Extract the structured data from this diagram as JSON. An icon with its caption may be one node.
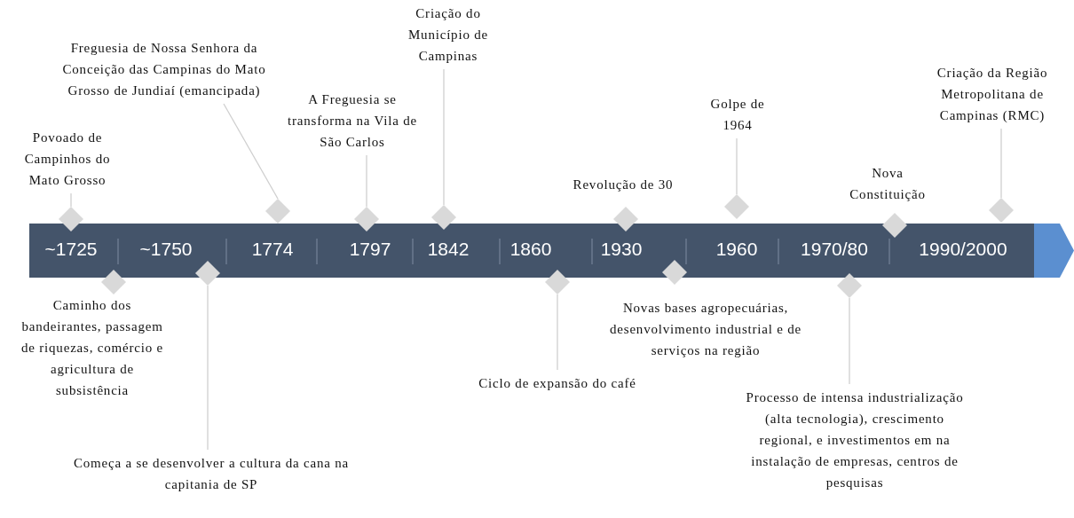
{
  "diagram": {
    "nodes": [
      {
        "text": [
          "~1725",
          "~1750",
          "1774",
          "1797",
          "1842",
          "1860",
          "1930",
          "1960",
          "1970/80",
          "1990/2000"
        ]
      },
      {
        "text": [
          "Povoado de Campinhos do Mato Grosso"
        ]
      },
      {
        "text": [],
        "shape": "diamond"
      },
      {
        "text": [],
        "shape": "diamond",
        "beside": [
          "Caminho dos bandeirantes, passagem de riquezas, comércio e agricultura de subsistência"
        ]
      },
      {
        "text": [],
        "shape": "diamond"
      },
      {
        "text": [
          "Começa a se desenvolver a cultura da cana na capitania de SP"
        ]
      },
      {
        "text": [
          "Freguesia de Nossa Senhora da Conceição das Campinas do Mato Grosso de Jundiaí (emancipada)"
        ]
      },
      {
        "text": [],
        "shape": "diamond"
      },
      {
        "text": [
          "A Freguesia se transforma na Vila de São Carlos"
        ]
      },
      {
        "text": [],
        "shape": "diamond"
      },
      {
        "text": [
          "Criação do Município de Campinas"
        ]
      },
      {
        "text": [],
        "shape": "diamond"
      },
      {
        "text": [],
        "shape": "diamond"
      },
      {
        "text": [
          "Ciclo de expansão do café"
        ]
      },
      {
        "text": [],
        "shape": "diamond",
        "beside": [
          "Revolução de 30"
        ]
      },
      {
        "text": [],
        "shape": "diamond",
        "beside": [
          "Novas bases agropecuárias, desenvolvimento industrial e de serviços na região"
        ]
      },
      {
        "text": [
          "Golpe de 1964"
        ]
      },
      {
        "text": [],
        "shape": "diamond"
      },
      {
        "text": [],
        "shape": "diamond"
      },
      {
        "text": [
          "Processo de intensa industrialização (alta tecnologia), crescimento regional, e investimentos em na instalação de empresas, centros de pesquisas"
        ]
      },
      {
        "text": [],
        "shape": "diamond",
        "beside": [
          "Nova Constituição"
        ]
      },
      {
        "text": [
          "Criação da Região Metropolitana de Campinas (RMC)"
        ]
      },
      {
        "text": [],
        "shape": "diamond"
      }
    ],
    "edges": [
      {
        "from": 1,
        "to": 2,
        "arrow": "none"
      },
      {
        "from": 5,
        "to": 4,
        "arrow": "none"
      },
      {
        "from": 6,
        "to": 7,
        "arrow": "none"
      },
      {
        "from": 8,
        "to": 9,
        "arrow": "none"
      },
      {
        "from": 10,
        "to": 11,
        "arrow": "none"
      },
      {
        "from": 13,
        "to": 12,
        "arrow": "none"
      },
      {
        "from": 16,
        "to": 17,
        "arrow": "none"
      },
      {
        "from": 19,
        "to": 18,
        "arrow": "none"
      },
      {
        "from": 21,
        "to": 22,
        "arrow": "none"
      }
    ]
  }
}
